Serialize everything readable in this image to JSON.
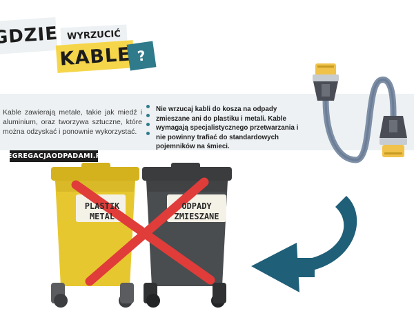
{
  "header": {
    "gdzie": "GDZIE",
    "wyrzucic": "WYRZUCIĆ",
    "kable": "KABLE",
    "question": "?"
  },
  "info": {
    "left_text": "Kable zawierają metale, takie jak miedź i aluminium, oraz tworzywa sztuczne, które można odzyskać i ponownie wykorzystać.",
    "right_text": "Nie wrzucaj kabli do kosza na odpady zmieszane ani do plastiku i metali. Kable wymagają specjalistycznego przetwarzania i nie powinny trafiać do standardowych pojemników na śmieci."
  },
  "site_tag": "SEGREGACJAODPADAMI.PL",
  "bins": {
    "yellow": {
      "line1": "PLASTIK",
      "line2": "METAL"
    },
    "gray": {
      "line1": "ODPADY",
      "line2": "ZMIESZANE"
    }
  },
  "colors": {
    "accent": "#2f7a8b",
    "yellow": "#f5d64b",
    "bin_yellow": "#e7c72f",
    "bin_gray": "#4a4d4f",
    "cross": "#e03c3a",
    "band": "#edf1f3"
  },
  "icons": [
    "cable-icon",
    "arrow-icon",
    "cross-icon"
  ]
}
